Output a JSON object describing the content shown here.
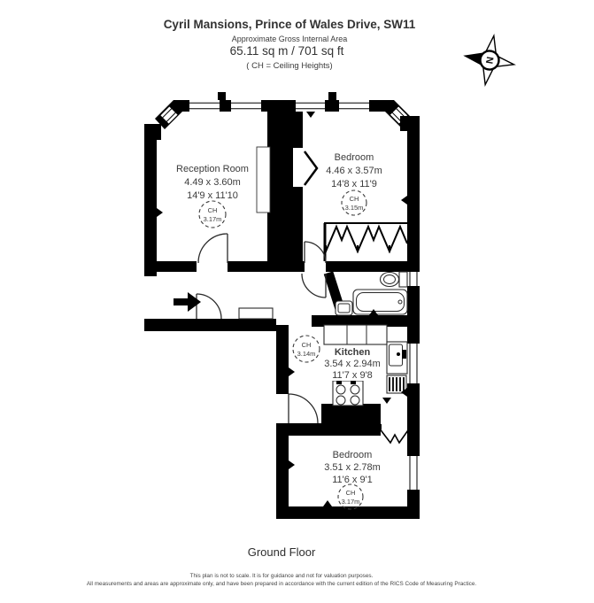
{
  "header": {
    "title": "Cyril Mansions, Prince of Wales Drive, SW11",
    "subtitle": "Approximate Gross Internal Area",
    "area": "65.11 sq m /  701 sq ft",
    "ch_note": "( CH = Ceiling Heights)"
  },
  "compass": {
    "north_label": "N"
  },
  "rooms": {
    "reception": {
      "name": "Reception Room",
      "metric": "4.49 x 3.60m",
      "imperial": "14'9 x 11'10",
      "ch_label": "CH",
      "ch_value": "3.17m"
    },
    "bedroom1": {
      "name": "Bedroom",
      "metric": "4.46 x 3.57m",
      "imperial": "14'8 x 11'9",
      "ch_label": "CH",
      "ch_value": "3.15m"
    },
    "kitchen": {
      "name": "Kitchen",
      "metric": "3.54 x 2.94m",
      "imperial": "11'7 x 9'8",
      "ch_label": "CH",
      "ch_value": "3.14m"
    },
    "bedroom2": {
      "name": "Bedroom",
      "metric": "3.51 x 2.78m",
      "imperial": "11'6 x 9'1",
      "ch_label": "CH",
      "ch_value": "3.17m"
    }
  },
  "floor_label": "Ground Floor",
  "footer": {
    "line1": "This plan is not to scale. It is for guidance and not for valuation purposes.",
    "line2": "All measurements and areas are approximate only, and have been prepared in accordance with the current edition of the RICS Code of Measuring Practice."
  },
  "colors": {
    "wall": "#000000",
    "text": "#3b3b3b",
    "background": "#ffffff"
  }
}
